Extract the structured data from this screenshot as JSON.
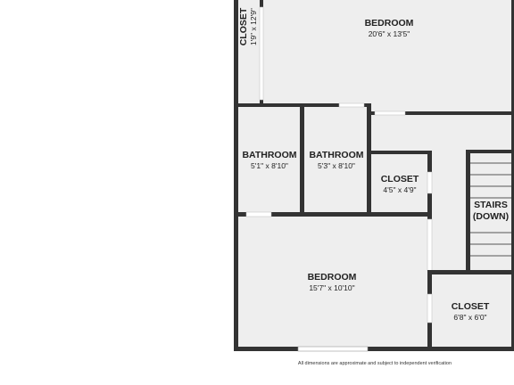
{
  "rooms": {
    "closet_top_left": {
      "name": "CLOSET",
      "dims": "1'9\" x 12'9\""
    },
    "bedroom_top": {
      "name": "BEDROOM",
      "dims": "20'6\" x 13'5\""
    },
    "bathroom_1": {
      "name": "BATHROOM",
      "dims": "5'1\" x 8'10\""
    },
    "bathroom_2": {
      "name": "BATHROOM",
      "dims": "5'3\" x 8'10\""
    },
    "closet_middle": {
      "name": "CLOSET",
      "dims": "4'5\" x 4'9\""
    },
    "stairs": {
      "name_line1": "STAIRS",
      "name_line2": "(DOWN)"
    },
    "bedroom_bottom": {
      "name": "BEDROOM",
      "dims": "15'7\" x 10'10\""
    },
    "closet_bottom_right": {
      "name": "CLOSET",
      "dims": "6'8\" x 6'0\""
    }
  },
  "disclaimer": "All dimensions are approximate and subject to independent verification",
  "colors": {
    "wall": "#333333",
    "floor": "#eeeeee",
    "background": "#ffffff"
  }
}
